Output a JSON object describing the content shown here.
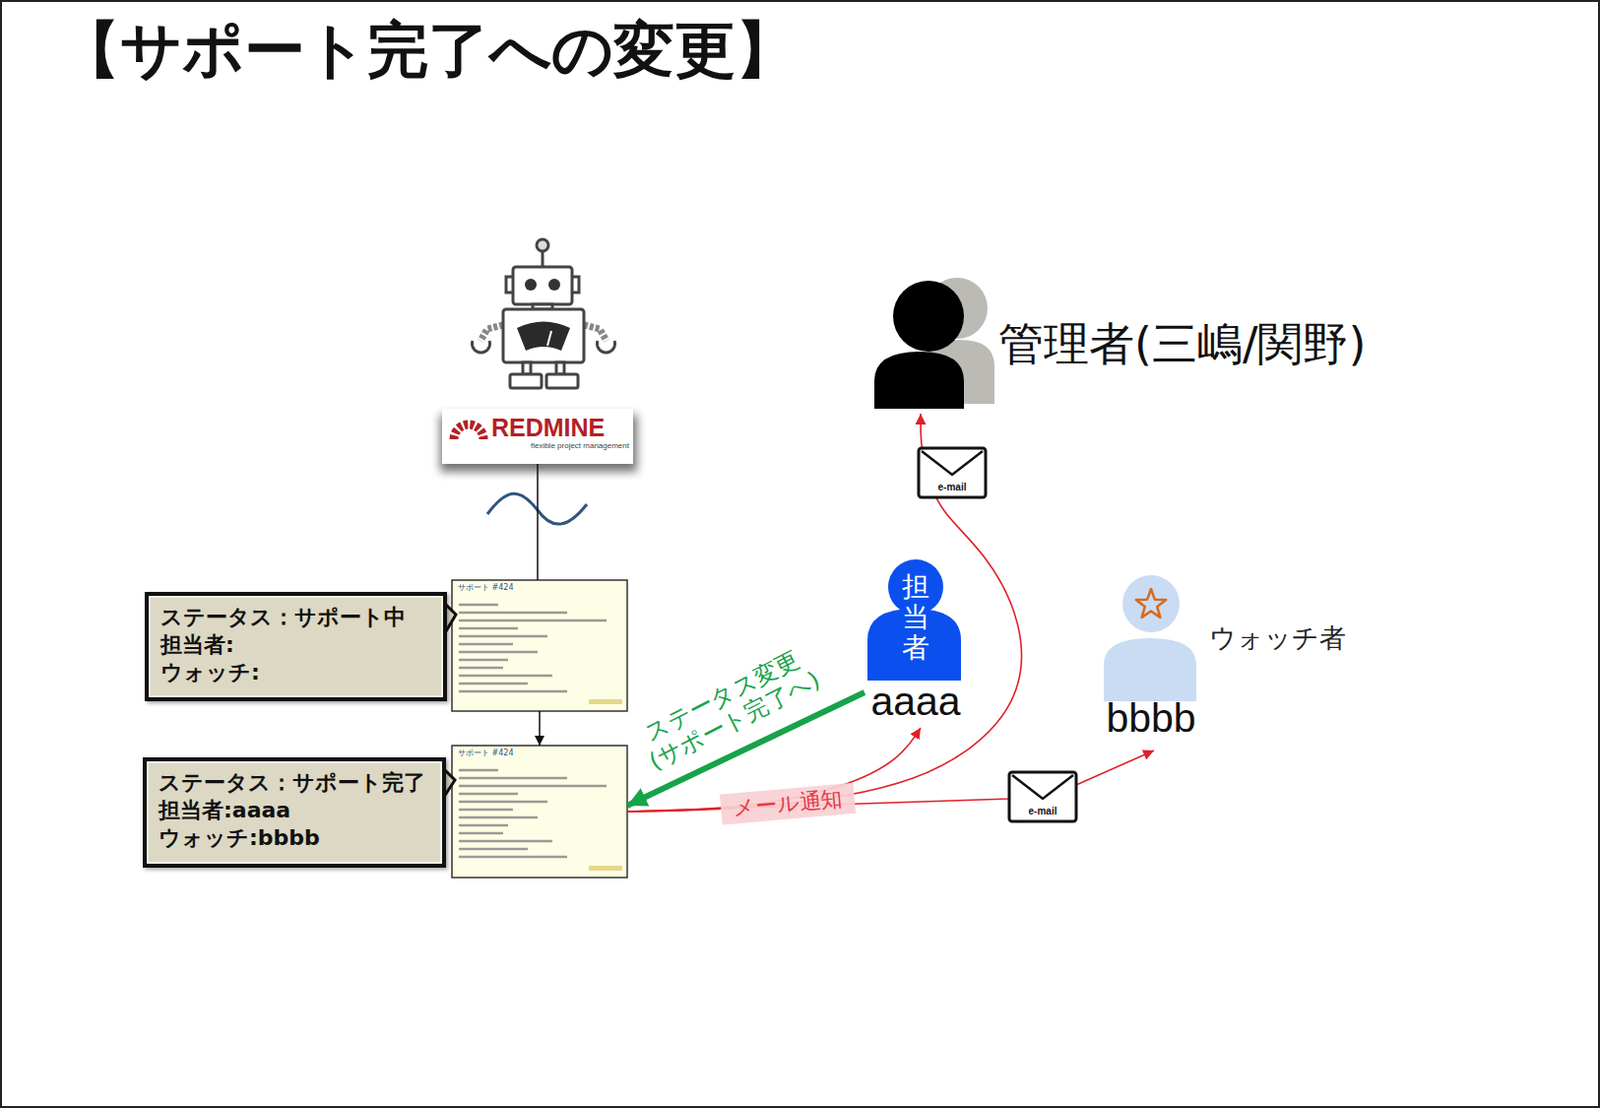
{
  "diagram": {
    "title": "【サポート完了への変更】",
    "nodes": [
      {
        "text": [
          "REDMINE",
          "flexible project management"
        ]
      },
      {
        "text": [
          "ステータス：サポート中",
          "担当者:",
          "ウォッチ:"
        ]
      },
      {
        "text": [
          "サポート #424"
        ]
      },
      {
        "text": [
          "ステータス：サポート完了",
          "担当者:aaaa",
          "ウォッチ:bbbb"
        ]
      },
      {
        "text": [
          "サポート #424"
        ]
      },
      {
        "text": [
          "管理者(三嶋/関野)"
        ]
      },
      {
        "text": [
          "担当者",
          "aaaa"
        ]
      },
      {
        "text": [
          "ウォッチ者",
          "bbbb"
        ]
      }
    ],
    "edges": [
      {
        "from": 0,
        "to": 2,
        "arrow": "none"
      },
      {
        "from": 2,
        "to": 4,
        "arrow": "to"
      },
      {
        "from": 6,
        "to": 4,
        "label": "ステータス変更 (サポート完了へ)",
        "arrow": "to"
      },
      {
        "from": 4,
        "to": 6,
        "arrow": "to"
      },
      {
        "from": 4,
        "to": 5,
        "arrow": "to"
      },
      {
        "from": 4,
        "to": 7,
        "label": "メール通知",
        "arrow": "to"
      }
    ],
    "labels": [
      "e-mail",
      "e-mail"
    ]
  }
}
